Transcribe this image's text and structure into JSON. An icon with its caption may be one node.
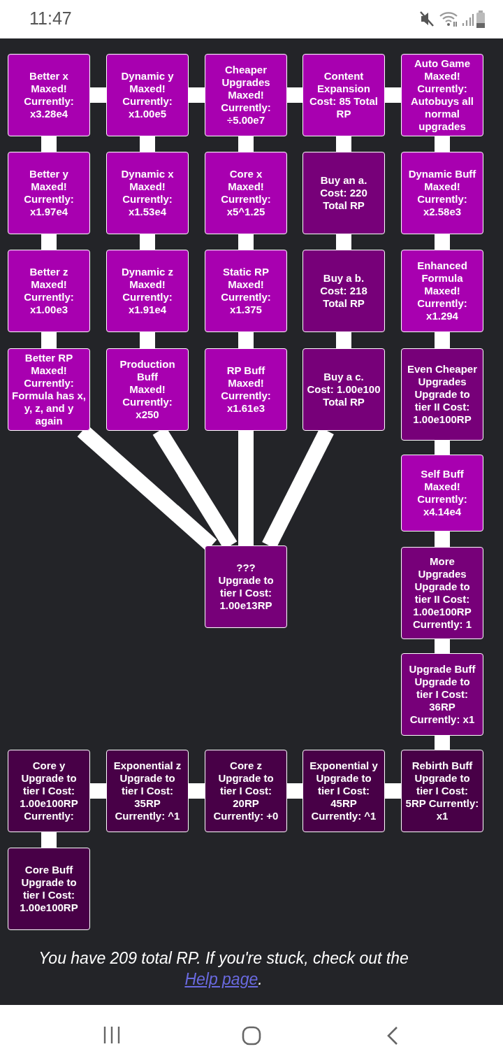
{
  "diagram": {
    "nodes": [
      {
        "text": [
          "Better x",
          "Maxed! Currently: x3.28e4"
        ]
      },
      {
        "text": [
          "Dynamic y",
          "Maxed! Currently: x1.00e5"
        ]
      },
      {
        "text": [
          "Cheaper Upgrades",
          "Maxed! Currently: ÷5.00e7"
        ]
      },
      {
        "text": [
          "Content Expansion",
          "Cost: 85 Total RP"
        ]
      },
      {
        "text": [
          "Auto Game",
          "Maxed! Currently: Autobuys all normal upgrades"
        ]
      },
      {
        "text": [
          "Better y",
          "Maxed! Currently: x1.97e4"
        ]
      },
      {
        "text": [
          "Dynamic x",
          "Maxed! Currently: x1.53e4"
        ]
      },
      {
        "text": [
          "Core x",
          "Maxed! Currently: x5^1.25"
        ]
      },
      {
        "text": [
          "Buy an a.",
          "Cost: 220 Total RP"
        ]
      },
      {
        "text": [
          "Dynamic Buff",
          "Maxed! Currently: x2.58e3"
        ]
      },
      {
        "text": [
          "Better z",
          "Maxed! Currently: x1.00e3"
        ]
      },
      {
        "text": [
          "Dynamic z",
          "Maxed! Currently: x1.91e4"
        ]
      },
      {
        "text": [
          "Static RP",
          "Maxed! Currently: x1.375"
        ]
      },
      {
        "text": [
          "Buy a b.",
          "Cost: 218 Total RP"
        ]
      },
      {
        "text": [
          "Enhanced Formula",
          "Maxed! Currently: x1.294"
        ]
      },
      {
        "text": [
          "Better RP",
          "Maxed! Currently: Formula has x, y, z, and y again"
        ]
      },
      {
        "text": [
          "Production Buff",
          "Maxed! Currently: x250"
        ]
      },
      {
        "text": [
          "RP Buff",
          "Maxed! Currently: x1.61e3"
        ]
      },
      {
        "text": [
          "Buy a c.",
          "Cost: 1.00e100 Total RP"
        ]
      },
      {
        "text": [
          "Even Cheaper Upgrades",
          "Upgrade to tier II Cost: 1.00e100RP"
        ]
      },
      {
        "text": [
          "Self Buff",
          "Maxed! Currently: x4.14e4"
        ]
      },
      {
        "text": [
          "???",
          "Upgrade to tier I Cost: 1.00e13RP"
        ]
      },
      {
        "text": [
          "More Upgrades",
          "Upgrade to tier II Cost: 1.00e100RP Currently: 1"
        ]
      },
      {
        "text": [
          "Upgrade Buff",
          "Upgrade to tier I Cost: 36RP Currently: x1"
        ]
      },
      {
        "text": [
          "Core y",
          "Upgrade to tier I Cost: 1.00e100RP Currently:"
        ]
      },
      {
        "text": [
          "Exponential z",
          "Upgrade to tier I Cost: 35RP Currently: ^1"
        ]
      },
      {
        "text": [
          "Core z",
          "Upgrade to tier I Cost: 20RP Currently: +0"
        ]
      },
      {
        "text": [
          "Exponential y",
          "Upgrade to tier I Cost: 45RP Currently: ^1"
        ]
      },
      {
        "text": [
          "Rebirth Buff",
          "Upgrade to tier I Cost: 5RP Currently: x1"
        ]
      },
      {
        "text": [
          "Core Buff",
          "Upgrade to tier I Cost: 1.00e100RP"
        ]
      }
    ],
    "edges": [
      {
        "from": 0,
        "to": 1,
        "arrow": "none"
      },
      {
        "from": 1,
        "to": 2,
        "arrow": "none"
      },
      {
        "from": 2,
        "to": 3,
        "arrow": "none"
      },
      {
        "from": 3,
        "to": 4,
        "arrow": "none"
      },
      {
        "from": 0,
        "to": 5,
        "arrow": "none"
      },
      {
        "from": 5,
        "to": 10,
        "arrow": "none"
      },
      {
        "from": 10,
        "to": 15,
        "arrow": "none"
      },
      {
        "from": 1,
        "to": 6,
        "arrow": "none"
      },
      {
        "from": 6,
        "to": 11,
        "arrow": "none"
      },
      {
        "from": 11,
        "to": 16,
        "arrow": "none"
      },
      {
        "from": 2,
        "to": 7,
        "arrow": "none"
      },
      {
        "from": 7,
        "to": 12,
        "arrow": "none"
      },
      {
        "from": 12,
        "to": 17,
        "arrow": "none"
      },
      {
        "from": 3,
        "to": 8,
        "arrow": "none"
      },
      {
        "from": 8,
        "to": 13,
        "arrow": "none"
      },
      {
        "from": 13,
        "to": 18,
        "arrow": "none"
      },
      {
        "from": 4,
        "to": 9,
        "arrow": "none"
      },
      {
        "from": 9,
        "to": 14,
        "arrow": "none"
      },
      {
        "from": 14,
        "to": 19,
        "arrow": "none"
      },
      {
        "from": 19,
        "to": 20,
        "arrow": "none"
      },
      {
        "from": 20,
        "to": 22,
        "arrow": "none"
      },
      {
        "from": 22,
        "to": 23,
        "arrow": "none"
      },
      {
        "from": 23,
        "to": 28,
        "arrow": "none"
      },
      {
        "from": 15,
        "to": 21,
        "arrow": "none"
      },
      {
        "from": 16,
        "to": 21,
        "arrow": "none"
      },
      {
        "from": 17,
        "to": 21,
        "arrow": "none"
      },
      {
        "from": 18,
        "to": 21,
        "arrow": "none"
      },
      {
        "from": 24,
        "to": 25,
        "arrow": "none"
      },
      {
        "from": 25,
        "to": 26,
        "arrow": "none"
      },
      {
        "from": 26,
        "to": 27,
        "arrow": "none"
      },
      {
        "from": 27,
        "to": 28,
        "arrow": "none"
      },
      {
        "from": 24,
        "to": 29,
        "arrow": "none"
      }
    ],
    "labels": [
      "11:47",
      "You have 209 total RP. If you're stuck, check out the",
      "Help page",
      "."
    ]
  }
}
